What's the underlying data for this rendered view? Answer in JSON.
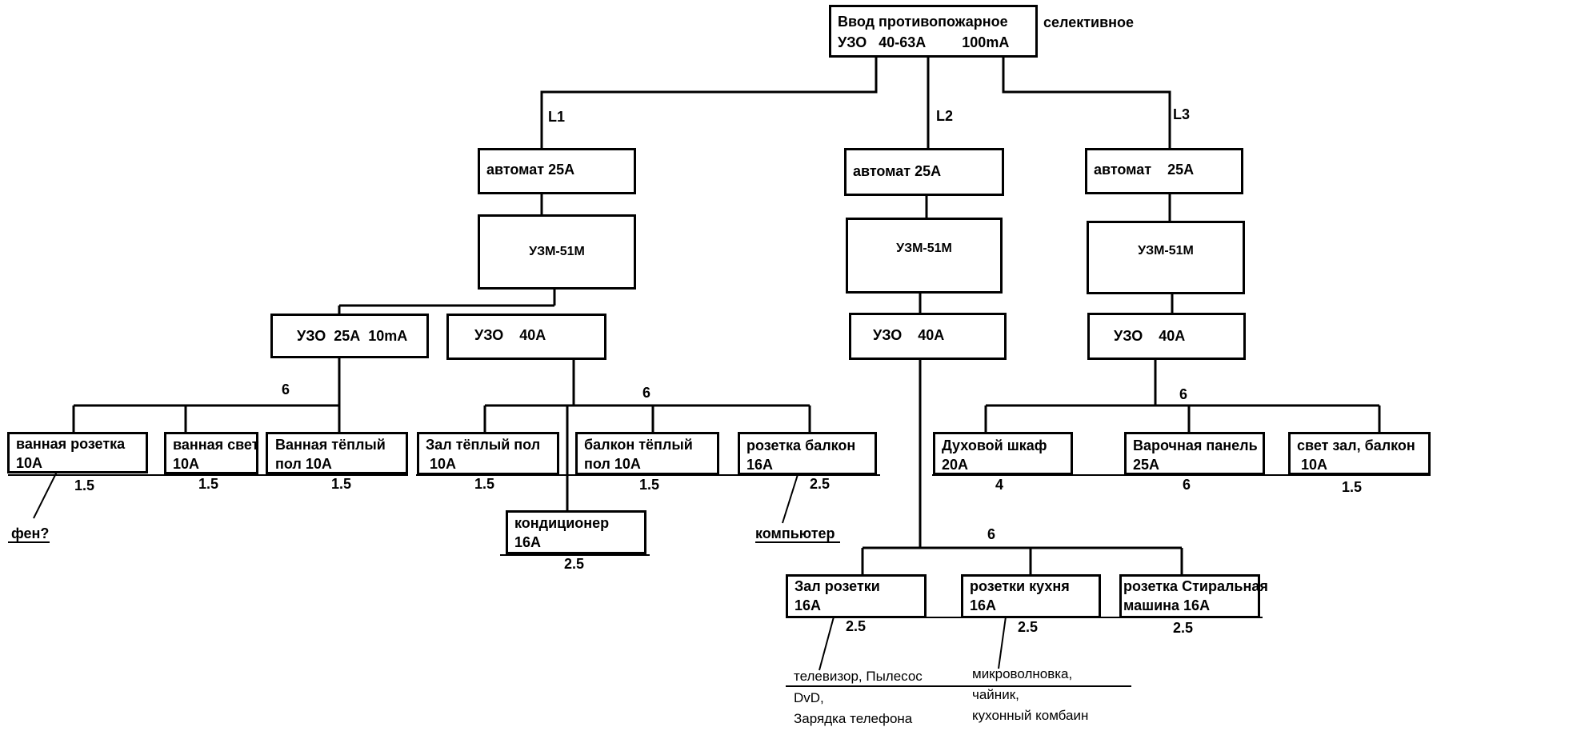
{
  "input": {
    "line1": "Ввод противопожарное",
    "line2": "УЗО   40-63А         100mA",
    "note": "селективное"
  },
  "phases": {
    "l1": "L1",
    "l2": "L2",
    "l3": "L3"
  },
  "l1": {
    "breaker": "автомат 25А",
    "relay": "УЗМ-51М",
    "rcd_a": "УЗО  25А  10mA",
    "rcd_b": "УЗО    40А",
    "wire_a": "6",
    "wire_b": "6",
    "circuits_a": [
      {
        "label": "ванная розетка\n10А",
        "cable": "1.5"
      },
      {
        "label": "ванная свет\n10А",
        "cable": "1.5"
      },
      {
        "label": "Ванная тёплый\nпол 10А",
        "cable": "1.5"
      }
    ],
    "circuits_b": [
      {
        "label": "Зал тёплый пол\n 10А",
        "cable": "1.5"
      },
      {
        "label": "балкон тёплый\nпол 10А",
        "cable": "1.5"
      },
      {
        "label": "розетка балкон\n16А",
        "cable": "2.5"
      },
      {
        "label": "кондиционер\n16А",
        "cable": "2.5"
      }
    ],
    "notes": {
      "fen": "фен?",
      "computer": "компьютер"
    }
  },
  "l2": {
    "breaker": "автомат 25А",
    "relay": "УЗМ-51М",
    "rcd": "УЗО    40А",
    "wire": "6",
    "circuits": [
      {
        "label": "Зал розетки\n16А",
        "cable": "2.5"
      },
      {
        "label": "розетки кухня\n16А",
        "cable": "2.5"
      },
      {
        "label": "розетка Стиральная\nмашина 16А",
        "cable": "2.5"
      }
    ],
    "notes": {
      "tv": "телевизор, Пылесос",
      "dvd": "DvD,",
      "charger": "Зарядка телефона",
      "micro": "микроволновка,",
      "kettle": "чайник,",
      "combine": "кухонный комбаин"
    }
  },
  "l3": {
    "breaker": "автомат    25А",
    "relay": "УЗМ-51М",
    "rcd": "УЗО    40А",
    "wire": "6",
    "circuits": [
      {
        "label": "Духовой шкаф\n20А",
        "cable": "4"
      },
      {
        "label": "Варочная панель\n25А",
        "cable": "6"
      },
      {
        "label": "свет зал, балкон\n 10А",
        "cable": "1.5"
      }
    ]
  }
}
